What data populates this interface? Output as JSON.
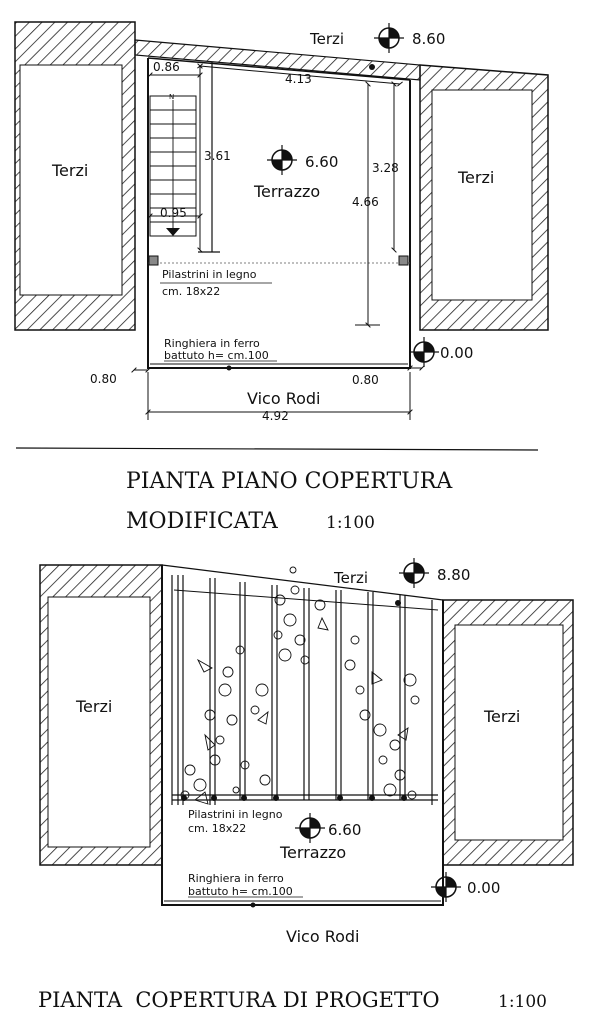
{
  "plan_top": {
    "labels": {
      "terzi_top": "Terzi",
      "terzi_left": "Terzi",
      "terzi_right": "Terzi",
      "terrazzo": "Terrazzo",
      "street": "Vico Rodi",
      "pilastrini_1": "Pilastrini in legno",
      "pilastrini_2": "cm. 18x22",
      "ringhiera_1": "Ringhiera in ferro",
      "ringhiera_2": "battuto h= cm.100"
    },
    "levels": {
      "top": "8.60",
      "terrazzo": "6.60",
      "ground": "0.00"
    },
    "dimensions": {
      "d086": "0.86",
      "d413": "4.13",
      "d361": "3.61",
      "d328": "3.28",
      "d466": "4.66",
      "d095": "0.95",
      "d080_left": "0.80",
      "d080_right": "0.80",
      "d492": "4.92"
    },
    "stair_mark": "N",
    "title_line1": "PIANTA PIANO COPERTURA",
    "title_line2": "MODIFICATA",
    "scale": "1:100"
  },
  "plan_bottom": {
    "labels": {
      "terzi_top": "Terzi",
      "terzi_left": "Terzi",
      "terzi_right": "Terzi",
      "terrazzo": "Terrazzo",
      "street": "Vico Rodi",
      "pilastrini_1": "Pilastrini in legno",
      "pilastrini_2": "cm. 18x22",
      "ringhiera_1": "Ringhiera in ferro",
      "ringhiera_2": "battuto h= cm.100"
    },
    "levels": {
      "top": "8.80",
      "terrazzo": "6.60",
      "ground": "0.00"
    },
    "title": "PIANTA  COPERTURA DI PROGETTO",
    "scale": "1:100"
  }
}
